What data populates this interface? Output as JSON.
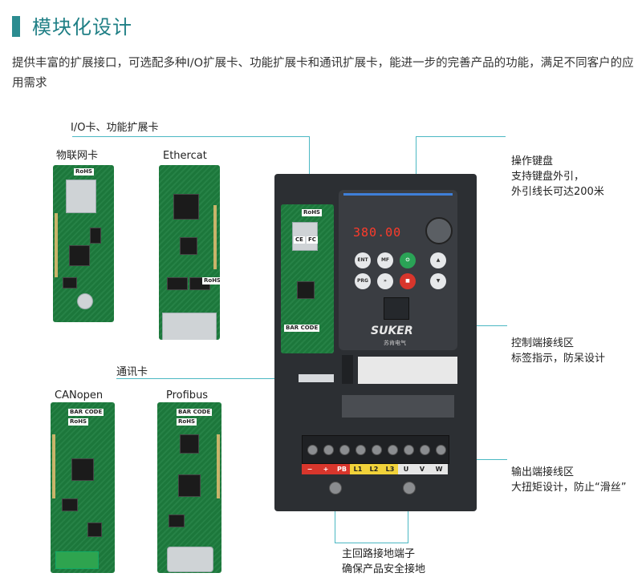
{
  "title": "模块化设计",
  "description": "提供丰富的扩展接口，可选配多种I/O扩展卡、功能扩展卡和通讯扩展卡，能进一步的完善产品的功能，满足不同客户的应用需求",
  "labels": {
    "io_card": "I/O卡、功能扩展卡",
    "iot_card": "物联网卡",
    "ethercat": "Ethercat",
    "comm_card": "通讯卡",
    "canopen": "CANopen",
    "profibus": "Profibus",
    "keypad": [
      "操作键盘",
      "支持键盘外引，",
      "外引线长可达200米"
    ],
    "control_terminal": [
      "控制端接线区",
      "标签指示，防呆设计"
    ],
    "output_terminal": [
      "输出端接线区",
      "大扭矩设计，防止“滑丝”"
    ],
    "ground_terminal": [
      "主回路接地端子",
      "确保产品安全接地"
    ]
  },
  "device": {
    "display": "380.00",
    "brand": "SUKER",
    "brand_cn": "苏肯电气",
    "keys": [
      "ENT",
      "MF",
      "PRG"
    ],
    "power_labels": [
      "−",
      "+",
      "PB",
      "L1",
      "L2",
      "L3",
      "U",
      "V",
      "W"
    ],
    "card_marks": {
      "rohs": "RoHS",
      "barcode": "BAR CODE",
      "ce": "CE",
      "fc": "FC"
    }
  },
  "colors": {
    "accent": "#2b8c90",
    "line": "#4bb8c3",
    "pcb": "#1d7d3e",
    "housing": "#2c2f33"
  }
}
